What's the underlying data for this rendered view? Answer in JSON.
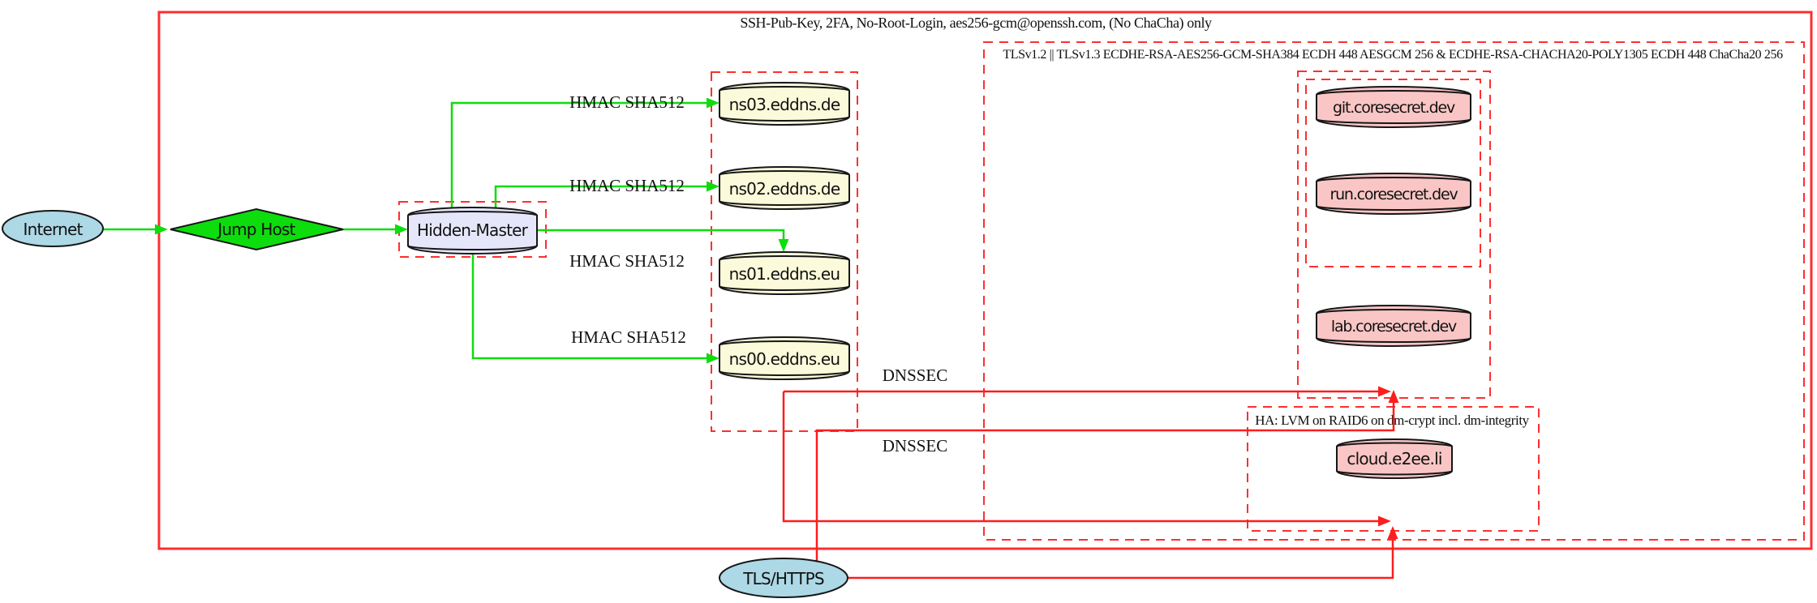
{
  "diagram": {
    "clusters": {
      "outer_ssh": {
        "label": "SSH-Pub-Key, 2FA, No-Root-Login, aes256-gcm@openssh.com, (No ChaCha) only",
        "border_style": "solid"
      },
      "tls_policy": {
        "label": "TLSv1.2 || TLSv1.3 ECDHE-RSA-AES256-GCM-SHA384 ECDH 448 AESGCM 256 & ECDHE-RSA-CHACHA20-POLY1305 ECDH 448 ChaCha20 256",
        "border_style": "dashed"
      },
      "ha": {
        "label": "HA: LVM on RAID6 on dm-crypt incl. dm-integrity",
        "border_style": "dashed"
      },
      "nameservers_box": {
        "border_style": "dashed"
      },
      "hidden_master_box": {
        "border_style": "dashed"
      },
      "coresecret_box": {
        "border_style": "dashed"
      },
      "git_run_box": {
        "border_style": "dashed"
      }
    },
    "nodes": {
      "internet": {
        "label": "Internet",
        "shape": "ellipse",
        "fill": "#add8e6"
      },
      "jump_host": {
        "label": "Jump Host",
        "shape": "diamond",
        "fill": "#0ddd0d"
      },
      "hidden_master": {
        "label": "Hidden-Master",
        "shape": "cylinder",
        "fill": "#e6e6fa"
      },
      "ns03": {
        "label": "ns03.eddns.de",
        "shape": "cylinder",
        "fill": "#fbfada"
      },
      "ns02": {
        "label": "ns02.eddns.de",
        "shape": "cylinder",
        "fill": "#fbfada"
      },
      "ns01": {
        "label": "ns01.eddns.eu",
        "shape": "cylinder",
        "fill": "#fbfada"
      },
      "ns00": {
        "label": "ns00.eddns.eu",
        "shape": "cylinder",
        "fill": "#fbfada"
      },
      "git": {
        "label": "git.coresecret.dev",
        "shape": "cylinder",
        "fill": "#f9c6c5"
      },
      "run": {
        "label": "run.coresecret.dev",
        "shape": "cylinder",
        "fill": "#f9c6c5"
      },
      "lab": {
        "label": "lab.coresecret.dev",
        "shape": "cylinder",
        "fill": "#f9c6c5"
      },
      "cloud": {
        "label": "cloud.e2ee.li",
        "shape": "cylinder",
        "fill": "#f9c6c5"
      },
      "tls_https": {
        "label": "TLS/HTTPS",
        "shape": "ellipse",
        "fill": "#add8e6"
      }
    },
    "edge_labels": {
      "hmac_ns03": "HMAC SHA512",
      "hmac_ns02": "HMAC SHA512",
      "hmac_ns01": "HMAC SHA512",
      "hmac_ns00": "HMAC SHA512",
      "dnssec_a": "DNSSEC",
      "dnssec_b": "DNSSEC"
    },
    "edges": [
      {
        "from": "Internet",
        "to": "Jump Host",
        "color": "green"
      },
      {
        "from": "Jump Host",
        "to": "Hidden-Master",
        "color": "green"
      },
      {
        "from": "Hidden-Master",
        "to": "ns03.eddns.de",
        "label": "HMAC SHA512",
        "color": "green"
      },
      {
        "from": "Hidden-Master",
        "to": "ns02.eddns.de",
        "label": "HMAC SHA512",
        "color": "green"
      },
      {
        "from": "Hidden-Master",
        "to": "ns01.eddns.eu",
        "label": "HMAC SHA512",
        "color": "green"
      },
      {
        "from": "Hidden-Master",
        "to": "ns00.eddns.eu",
        "label": "HMAC SHA512",
        "color": "green"
      },
      {
        "from": "nameservers",
        "to": "coresecret cluster",
        "label": "DNSSEC",
        "color": "red"
      },
      {
        "from": "nameservers",
        "to": "HA cluster",
        "label": "DNSSEC",
        "color": "red"
      },
      {
        "from": "TLS/HTTPS",
        "to": "coresecret cluster",
        "color": "red"
      },
      {
        "from": "TLS/HTTPS",
        "to": "HA cluster",
        "color": "red"
      }
    ],
    "colors": {
      "edge_green": "#0ddd0d",
      "edge_red": "#fd1d1d",
      "cluster_red": "#fd2f2f",
      "node_border": "#161616",
      "node_blue": "#add8e6",
      "node_green": "#0ddd0d",
      "node_lavender": "#e6e6fa",
      "node_lightyellow": "#fbfada",
      "node_pink": "#f9c6c5"
    }
  }
}
